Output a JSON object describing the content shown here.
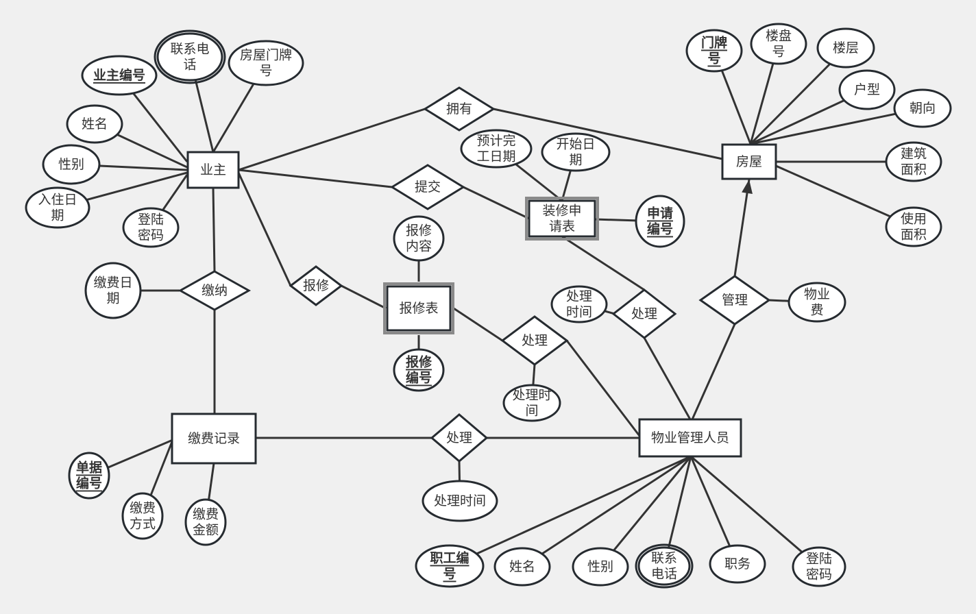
{
  "diagram": {
    "type": "er-diagram",
    "background": "#f0f0f0",
    "entities": [
      {
        "id": "owner",
        "label": [
          "业主"
        ]
      },
      {
        "id": "house",
        "label": [
          "房屋"
        ]
      },
      {
        "id": "renovation",
        "label": [
          "装修申",
          "请表"
        ],
        "weak": true
      },
      {
        "id": "repair",
        "label": [
          "报修表"
        ],
        "weak": true
      },
      {
        "id": "payment",
        "label": [
          "缴费记录"
        ]
      },
      {
        "id": "staff",
        "label": [
          "物业管理人员"
        ]
      }
    ],
    "relationships": [
      {
        "id": "rel-own",
        "label": "拥有"
      },
      {
        "id": "rel-submit",
        "label": "提交"
      },
      {
        "id": "rel-report",
        "label": "报修"
      },
      {
        "id": "rel-pay",
        "label": "缴纳"
      },
      {
        "id": "rel-handle-reno",
        "label": "处理"
      },
      {
        "id": "rel-handle-repair",
        "label": "处理"
      },
      {
        "id": "rel-handle-pay",
        "label": "处理"
      },
      {
        "id": "rel-manage",
        "label": "管理"
      }
    ],
    "attributes": [
      {
        "id": "a-owner-id",
        "label": [
          "业主编号"
        ],
        "key": true,
        "owner": "owner"
      },
      {
        "id": "a-owner-phone",
        "label": [
          "联系电",
          "话"
        ],
        "multivalued": true,
        "owner": "owner"
      },
      {
        "id": "a-owner-door",
        "label": [
          "房屋门牌",
          "号"
        ],
        "owner": "owner"
      },
      {
        "id": "a-owner-name",
        "label": [
          "姓名"
        ],
        "owner": "owner"
      },
      {
        "id": "a-owner-gender",
        "label": [
          "性别"
        ],
        "owner": "owner"
      },
      {
        "id": "a-owner-date",
        "label": [
          "入住日",
          "期"
        ],
        "owner": "owner"
      },
      {
        "id": "a-owner-pwd",
        "label": [
          "登陆",
          "密码"
        ],
        "owner": "owner"
      },
      {
        "id": "a-house-door",
        "label": [
          "门牌",
          "号"
        ],
        "key": true,
        "owner": "house"
      },
      {
        "id": "a-house-building",
        "label": [
          "楼盘",
          "号"
        ],
        "owner": "house"
      },
      {
        "id": "a-house-floor",
        "label": [
          "楼层"
        ],
        "owner": "house"
      },
      {
        "id": "a-house-type",
        "label": [
          "户型"
        ],
        "owner": "house"
      },
      {
        "id": "a-house-facing",
        "label": [
          "朝向"
        ],
        "owner": "house"
      },
      {
        "id": "a-house-area",
        "label": [
          "建筑",
          "面积"
        ],
        "owner": "house"
      },
      {
        "id": "a-house-usable",
        "label": [
          "使用",
          "面积"
        ],
        "owner": "house"
      },
      {
        "id": "a-reno-end",
        "label": [
          "预计完",
          "工日期"
        ],
        "owner": "renovation"
      },
      {
        "id": "a-reno-start",
        "label": [
          "开始日",
          "期"
        ],
        "owner": "renovation"
      },
      {
        "id": "a-reno-id",
        "label": [
          "申请",
          "编号"
        ],
        "key": true,
        "owner": "renovation"
      },
      {
        "id": "a-repair-content",
        "label": [
          "报修",
          "内容"
        ],
        "owner": "repair"
      },
      {
        "id": "a-repair-id",
        "label": [
          "报修",
          "编号"
        ],
        "key": true,
        "owner": "repair"
      },
      {
        "id": "a-pay-date",
        "label": [
          "缴费日",
          "期"
        ],
        "owner": "rel-pay"
      },
      {
        "id": "a-handle-reno-time",
        "label": [
          "处理",
          "时间"
        ],
        "owner": "rel-handle-reno"
      },
      {
        "id": "a-handle-repair-time",
        "label": [
          "处理时",
          "间"
        ],
        "owner": "rel-handle-repair"
      },
      {
        "id": "a-handle-pay-time",
        "label": [
          "处理时间"
        ],
        "owner": "rel-handle-pay"
      },
      {
        "id": "a-manage-fee",
        "label": [
          "物业",
          "费"
        ],
        "owner": "rel-manage"
      },
      {
        "id": "a-pay-id",
        "label": [
          "单据",
          "编号"
        ],
        "key": true,
        "owner": "payment"
      },
      {
        "id": "a-pay-method",
        "label": [
          "缴费",
          "方式"
        ],
        "owner": "payment"
      },
      {
        "id": "a-pay-amount",
        "label": [
          "缴费",
          "金额"
        ],
        "owner": "payment"
      },
      {
        "id": "a-staff-id",
        "label": [
          "职工编",
          "号"
        ],
        "key": true,
        "owner": "staff"
      },
      {
        "id": "a-staff-name",
        "label": [
          "姓名"
        ],
        "owner": "staff"
      },
      {
        "id": "a-staff-gender",
        "label": [
          "性别"
        ],
        "owner": "staff"
      },
      {
        "id": "a-staff-phone",
        "label": [
          "联系",
          "电话"
        ],
        "multivalued": true,
        "owner": "staff"
      },
      {
        "id": "a-staff-title",
        "label": [
          "职务"
        ],
        "owner": "staff"
      },
      {
        "id": "a-staff-pwd",
        "label": [
          "登陆",
          "密码"
        ],
        "owner": "staff"
      }
    ],
    "links": [
      [
        "owner",
        "rel-own"
      ],
      [
        "rel-own",
        "house"
      ],
      [
        "owner",
        "rel-submit"
      ],
      [
        "rel-submit",
        "renovation"
      ],
      [
        "owner",
        "rel-report"
      ],
      [
        "rel-report",
        "repair"
      ],
      [
        "owner",
        "rel-pay"
      ],
      [
        "rel-pay",
        "payment"
      ],
      [
        "renovation",
        "rel-handle-reno"
      ],
      [
        "rel-handle-reno",
        "staff"
      ],
      [
        "repair",
        "rel-handle-repair"
      ],
      [
        "rel-handle-repair",
        "staff"
      ],
      [
        "payment",
        "rel-handle-pay"
      ],
      [
        "rel-handle-pay",
        "staff"
      ],
      [
        "staff",
        "rel-manage"
      ],
      [
        "rel-manage",
        "house",
        "arrow"
      ]
    ]
  }
}
